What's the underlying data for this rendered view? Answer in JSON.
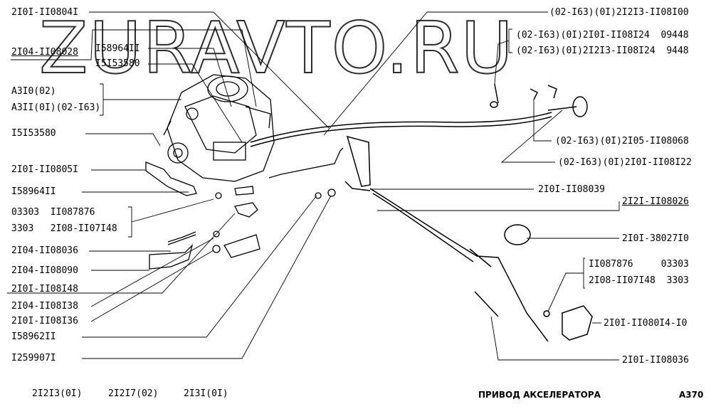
{
  "watermark": "ZURAVTO.RU",
  "title": "ПРИВОД АКСЕЛЕРАТОРА",
  "sheet": "A370",
  "models": [
    "2I2I3(0I)",
    "2I2I7(02)",
    "2I3I(0I)"
  ],
  "left_labels": [
    "2I0I-II0804I",
    "2I04-II08028",
    "I58964II",
    "I5I53580",
    "A3I0(02)",
    "A3II(0I)(02-I63)",
    "I5I53580",
    "2I0I-II0805I",
    "I58964II",
    "03303  II087876",
    "3303   2I08-II07I48",
    "2I04-II08036",
    "2I04-II08090",
    "2I0I-II08I48",
    "2I04-II08I38",
    "2I0I-II08I36",
    "I58962II",
    "I259907I"
  ],
  "right_labels": [
    "(02-I63)(0I)2I2I3-II08I00",
    "(02-I63)(0I)2I0I-II08I24  09448",
    "(02-I63)(0I)2I2I3-II08I24  9448",
    "(02-I63)(0I)2I05-II08068",
    "(02-I63)(0I)2I0I-II08I22",
    "2I0I-II08039",
    "2I2I-II08026",
    "2I0I-38027I0",
    "II087876     03303",
    "2I08-II07I48  3303",
    "2I0I-II080I4-I0",
    "2I0I-II08036"
  ]
}
